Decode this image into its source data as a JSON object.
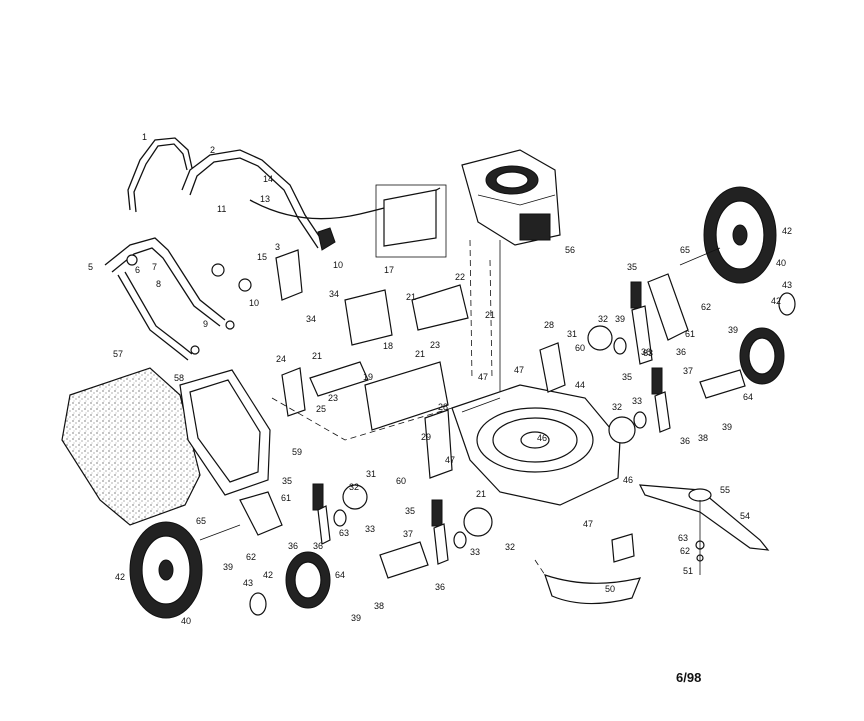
{
  "footer": {
    "date_code": "6/98"
  },
  "callouts": [
    {
      "id": "c1",
      "text": "1"
    },
    {
      "id": "c2",
      "text": "2"
    },
    {
      "id": "c3",
      "text": "3"
    },
    {
      "id": "c5",
      "text": "5"
    },
    {
      "id": "c6",
      "text": "6"
    },
    {
      "id": "c7",
      "text": "7"
    },
    {
      "id": "c8",
      "text": "8"
    },
    {
      "id": "c9",
      "text": "9"
    },
    {
      "id": "c10a",
      "text": "10"
    },
    {
      "id": "c10b",
      "text": "10"
    },
    {
      "id": "c11",
      "text": "11"
    },
    {
      "id": "c13",
      "text": "13"
    },
    {
      "id": "c14",
      "text": "14"
    },
    {
      "id": "c15",
      "text": "15"
    },
    {
      "id": "c17",
      "text": "17"
    },
    {
      "id": "c18",
      "text": "18"
    },
    {
      "id": "c19",
      "text": "19"
    },
    {
      "id": "c21a",
      "text": "21"
    },
    {
      "id": "c21b",
      "text": "21"
    },
    {
      "id": "c21c",
      "text": "21"
    },
    {
      "id": "c21d",
      "text": "21"
    },
    {
      "id": "c21e",
      "text": "21"
    },
    {
      "id": "c22",
      "text": "22"
    },
    {
      "id": "c23a",
      "text": "23"
    },
    {
      "id": "c23b",
      "text": "23"
    },
    {
      "id": "c24",
      "text": "24"
    },
    {
      "id": "c25",
      "text": "25"
    },
    {
      "id": "c28a",
      "text": "28"
    },
    {
      "id": "c28b",
      "text": "28"
    },
    {
      "id": "c29",
      "text": "29"
    },
    {
      "id": "c31a",
      "text": "31"
    },
    {
      "id": "c31b",
      "text": "31"
    },
    {
      "id": "c32a",
      "text": "32"
    },
    {
      "id": "c32b",
      "text": "32"
    },
    {
      "id": "c32c",
      "text": "32"
    },
    {
      "id": "c32d",
      "text": "32"
    },
    {
      "id": "c33a",
      "text": "33"
    },
    {
      "id": "c33b",
      "text": "33"
    },
    {
      "id": "c33c",
      "text": "33"
    },
    {
      "id": "c34a",
      "text": "34"
    },
    {
      "id": "c34b",
      "text": "34"
    },
    {
      "id": "c35a",
      "text": "35"
    },
    {
      "id": "c35b",
      "text": "35"
    },
    {
      "id": "c35c",
      "text": "35"
    },
    {
      "id": "c35d",
      "text": "35"
    },
    {
      "id": "c36a",
      "text": "36"
    },
    {
      "id": "c36b",
      "text": "36"
    },
    {
      "id": "c36c",
      "text": "36"
    },
    {
      "id": "c36d",
      "text": "36"
    },
    {
      "id": "c36e",
      "text": "36"
    },
    {
      "id": "c36f",
      "text": "36"
    },
    {
      "id": "c37a",
      "text": "37"
    },
    {
      "id": "c37b",
      "text": "37"
    },
    {
      "id": "c38a",
      "text": "38"
    },
    {
      "id": "c38b",
      "text": "38"
    },
    {
      "id": "c39a",
      "text": "39"
    },
    {
      "id": "c39b",
      "text": "39"
    },
    {
      "id": "c39c",
      "text": "39"
    },
    {
      "id": "c39d",
      "text": "39"
    },
    {
      "id": "c39e",
      "text": "39"
    },
    {
      "id": "c40a",
      "text": "40"
    },
    {
      "id": "c40b",
      "text": "40"
    },
    {
      "id": "c42a",
      "text": "42"
    },
    {
      "id": "c42b",
      "text": "42"
    },
    {
      "id": "c42c",
      "text": "42"
    },
    {
      "id": "c42d",
      "text": "42"
    },
    {
      "id": "c43a",
      "text": "43"
    },
    {
      "id": "c43b",
      "text": "43"
    },
    {
      "id": "c44",
      "text": "44"
    },
    {
      "id": "c46a",
      "text": "46"
    },
    {
      "id": "c46b",
      "text": "46"
    },
    {
      "id": "c47a",
      "text": "47"
    },
    {
      "id": "c47b",
      "text": "47"
    },
    {
      "id": "c47c",
      "text": "47"
    },
    {
      "id": "c47d",
      "text": "47"
    },
    {
      "id": "c50",
      "text": "50"
    },
    {
      "id": "c51",
      "text": "51"
    },
    {
      "id": "c54",
      "text": "54"
    },
    {
      "id": "c55",
      "text": "55"
    },
    {
      "id": "c56",
      "text": "56"
    },
    {
      "id": "c57",
      "text": "57"
    },
    {
      "id": "c58",
      "text": "58"
    },
    {
      "id": "c59",
      "text": "59"
    },
    {
      "id": "c60a",
      "text": "60"
    },
    {
      "id": "c60b",
      "text": "60"
    },
    {
      "id": "c61a",
      "text": "61"
    },
    {
      "id": "c61b",
      "text": "61"
    },
    {
      "id": "c62a",
      "text": "62"
    },
    {
      "id": "c62b",
      "text": "62"
    },
    {
      "id": "c62c",
      "text": "62"
    },
    {
      "id": "c63a",
      "text": "63"
    },
    {
      "id": "c63b",
      "text": "63"
    },
    {
      "id": "c63c",
      "text": "63"
    },
    {
      "id": "c64a",
      "text": "64"
    },
    {
      "id": "c64b",
      "text": "64"
    },
    {
      "id": "c65a",
      "text": "65"
    },
    {
      "id": "c65b",
      "text": "65"
    }
  ]
}
